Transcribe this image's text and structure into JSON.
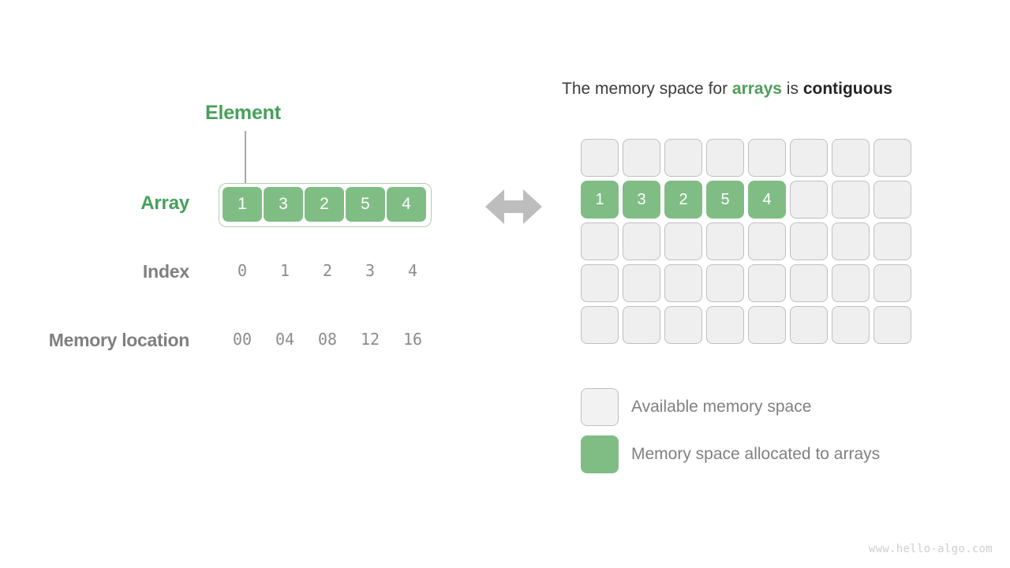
{
  "left": {
    "element_label": "Element",
    "array_label": "Array",
    "index_label": "Index",
    "memory_label": "Memory location",
    "array_values": [
      "1",
      "3",
      "2",
      "5",
      "4"
    ],
    "index_values": [
      "0",
      "1",
      "2",
      "3",
      "4"
    ],
    "memory_values": [
      "00",
      "04",
      "08",
      "12",
      "16"
    ]
  },
  "arrow": {
    "icon": "double-headed-horizontal-arrow-icon"
  },
  "right": {
    "title": {
      "part1": "The memory space for ",
      "highlight_green": "arrays",
      "part2": " is ",
      "highlight_dark": "contiguous"
    },
    "grid": {
      "columns": 8,
      "rows": 5,
      "cells": [
        [
          "",
          "",
          "",
          "",
          "",
          "",
          "",
          ""
        ],
        [
          "1",
          "3",
          "2",
          "5",
          "4",
          "",
          "",
          ""
        ],
        [
          "",
          "",
          "",
          "",
          "",
          "",
          "",
          ""
        ],
        [
          "",
          "",
          "",
          "",
          "",
          "",
          "",
          ""
        ],
        [
          "",
          "",
          "",
          "",
          "",
          "",
          "",
          ""
        ]
      ],
      "used_row_index": 1,
      "used_col_count": 5
    },
    "legend": [
      {
        "swatch": "free",
        "label": "Available memory space"
      },
      {
        "swatch": "used",
        "label": "Memory space allocated to arrays"
      }
    ]
  },
  "footer": {
    "watermark": "www.hello-algo.com"
  },
  "colors": {
    "cell_green": "#7fbd85",
    "label_green": "#45a05a",
    "title_green": "#4e9e5b",
    "free_cell": "#efefef",
    "cell_border": "#bfbfbf",
    "gray_text": "#808080",
    "arrow_gray": "#bdbdbd",
    "watermark": "#cfcfcf",
    "background": "#ffffff"
  }
}
